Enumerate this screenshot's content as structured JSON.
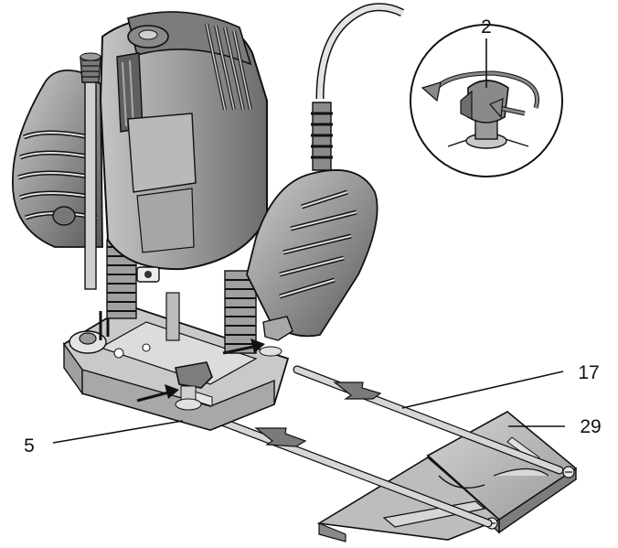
{
  "callouts": {
    "knob": "2",
    "base_screw": "5",
    "guide_rod": "17",
    "parallel_guide": "29"
  },
  "colors": {
    "housing": "#9a9a9a",
    "housing_dark": "#6e6e6e",
    "grip": "#4a4a4a",
    "grip_light": "#d8d8d8",
    "base": "#c8c8c8",
    "guide_plate": "#b4b4b4",
    "rod": "#d0d0d0",
    "arrow": "#777777",
    "stroke": "#111111"
  }
}
